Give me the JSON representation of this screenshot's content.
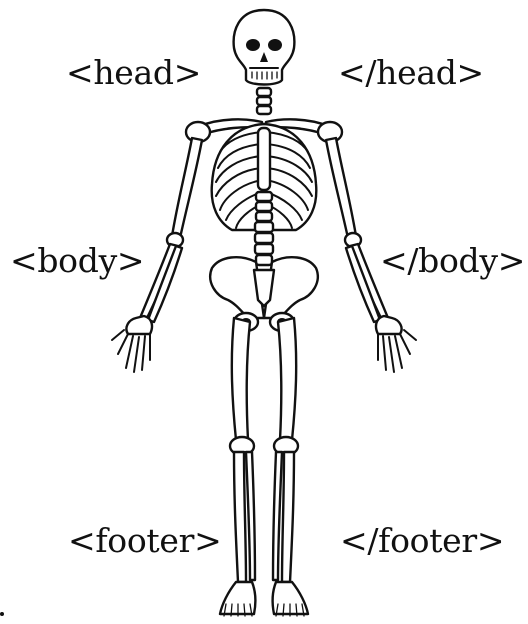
{
  "labels": {
    "head_open": "<head>",
    "head_close": "</head>",
    "body_open": "<body>",
    "body_close": "</body>",
    "footer_open": "<footer>",
    "footer_close": "</footer>"
  },
  "colors": {
    "ink": "#111111",
    "background": "#ffffff"
  },
  "illustration": "human-skeleton"
}
